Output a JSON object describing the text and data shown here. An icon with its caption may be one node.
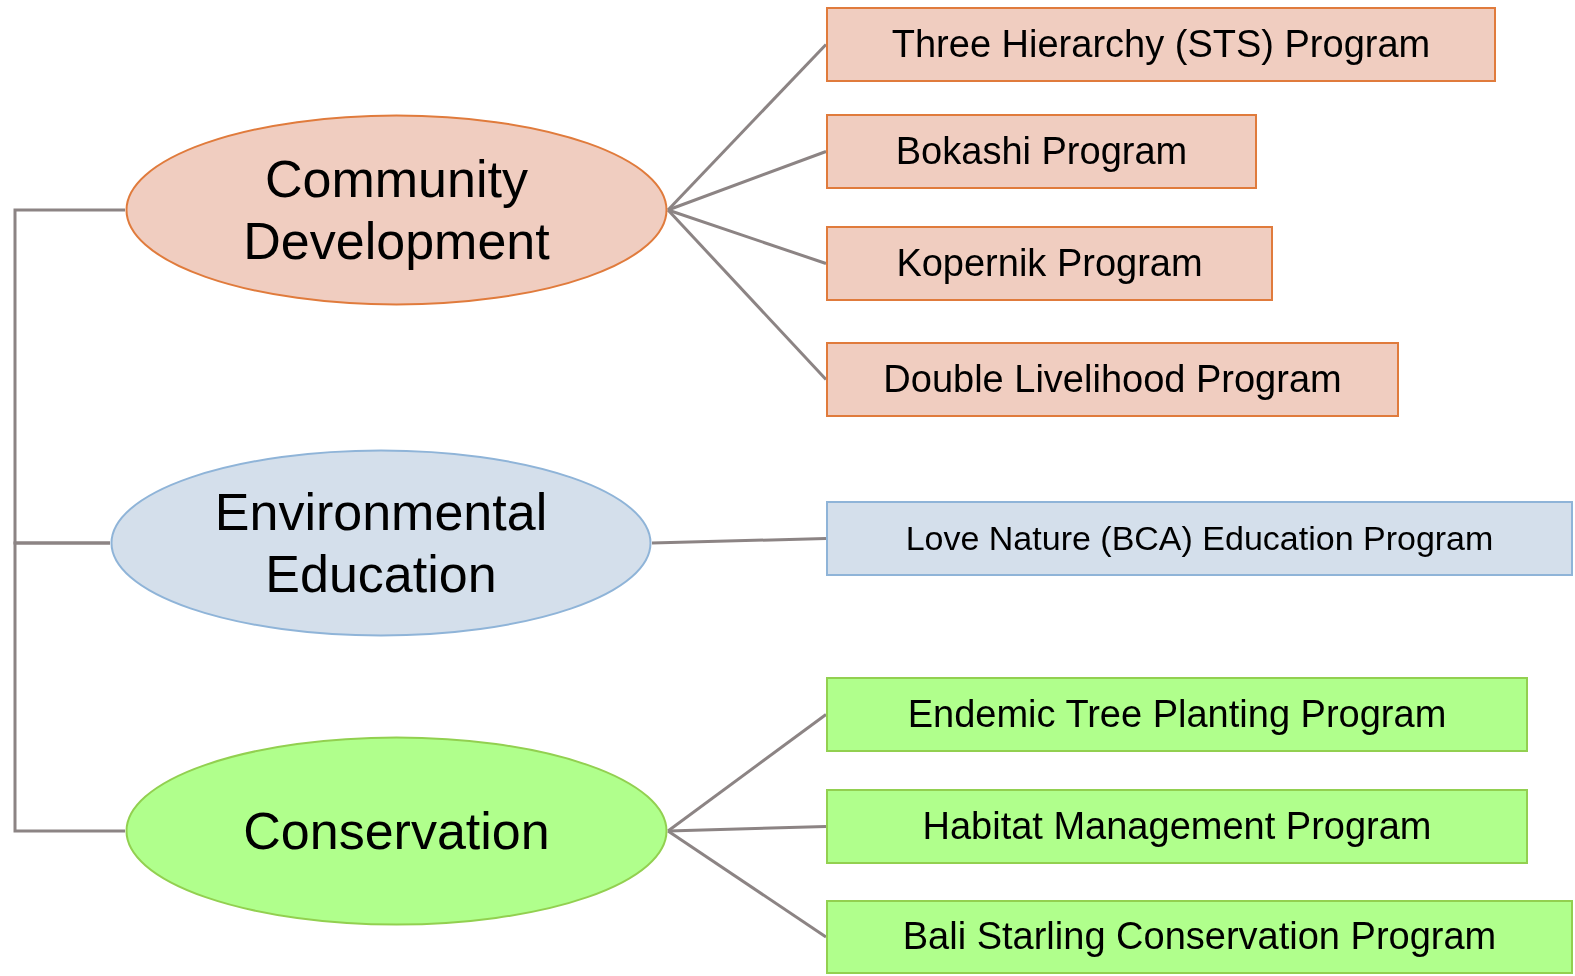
{
  "diagram": {
    "nodes": [
      {
        "text": [
          "Community Development"
        ]
      },
      {
        "text": [
          "Three Hierarchy (STS) Program"
        ]
      },
      {
        "text": [
          "Bokashi Program"
        ]
      },
      {
        "text": [
          "Kopernik Program"
        ]
      },
      {
        "text": [
          "Double Livelihood Program"
        ]
      },
      {
        "text": [
          "Environmental Education"
        ]
      },
      {
        "text": [
          "Love Nature (BCA) Education Program"
        ]
      },
      {
        "text": [
          "Conservation"
        ]
      },
      {
        "text": [
          "Endemic Tree Planting Program"
        ]
      },
      {
        "text": [
          "Habitat Management Program"
        ]
      },
      {
        "text": [
          "Bali Starling Conservation Program"
        ]
      }
    ],
    "edges": [
      {
        "from": 0,
        "to": 5,
        "arrow": "none"
      },
      {
        "from": 5,
        "to": 7,
        "arrow": "none"
      },
      {
        "from": 0,
        "to": 1,
        "arrow": "none"
      },
      {
        "from": 0,
        "to": 2,
        "arrow": "none"
      },
      {
        "from": 0,
        "to": 3,
        "arrow": "none"
      },
      {
        "from": 0,
        "to": 4,
        "arrow": "none"
      },
      {
        "from": 5,
        "to": 6,
        "arrow": "none"
      },
      {
        "from": 7,
        "to": 8,
        "arrow": "none"
      },
      {
        "from": 7,
        "to": 9,
        "arrow": "none"
      },
      {
        "from": 7,
        "to": 10,
        "arrow": "none"
      }
    ]
  }
}
